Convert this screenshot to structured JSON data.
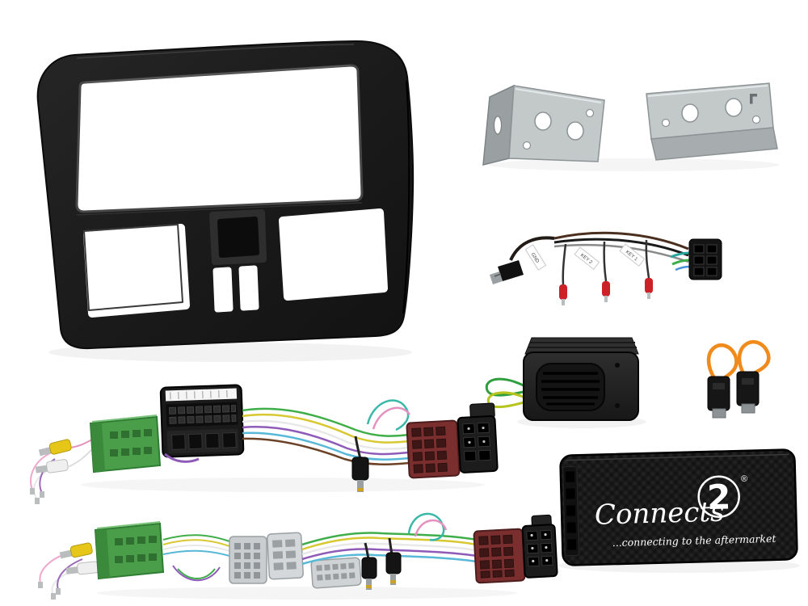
{
  "scene": {
    "background": "#ffffff",
    "description": "Double DIN car stereo installation kit product photo"
  },
  "parts": {
    "fascia": "double-DIN fascia panel",
    "bracket_left": "mounting bracket left",
    "bracket_right": "mounting bracket right",
    "patch_lead": "key ignition patch lead",
    "interface_box": "interface module",
    "aerial_adapters": "Fakra aerial adapters",
    "swc_box": "steering wheel control interface",
    "harness_top": "quadlock to ISO wiring harness",
    "harness_bottom": "vehicle wiring harness"
  },
  "patch_labels": {
    "l1": "GND",
    "l2": "KEY 2",
    "l3": "KEY 1"
  },
  "logo": {
    "brand": "Connects",
    "number": "2",
    "registered": "®",
    "tagline": "...connecting to the aftermarket"
  },
  "colors": {
    "fascia": "#1d1d1d",
    "bracket": "#c3c8c9",
    "connector_green": "#4a9e4a",
    "iso_maroon": "#7a2e2e",
    "aerial_loop_orange": "#f08a1d",
    "bullet_red": "#cc2127",
    "rca_yellow": "#e6c619"
  }
}
